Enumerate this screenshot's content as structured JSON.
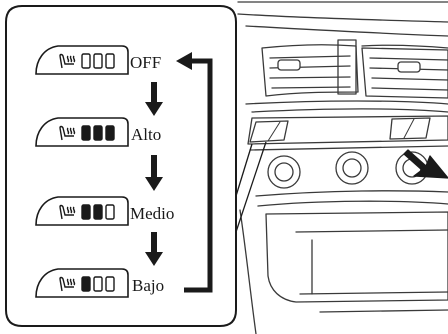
{
  "states": [
    {
      "label": "OFF",
      "indicators_lit": 0
    },
    {
      "label": "Alto",
      "indicators_lit": 3
    },
    {
      "label": "Medio",
      "indicators_lit": 2
    },
    {
      "label": "Bajo",
      "indicators_lit": 1
    }
  ],
  "colors": {
    "line": "#1a1a1a",
    "panel_line": "#3a3a3a",
    "background": "#ffffff"
  },
  "icons": {
    "seat_heater": "heated-seat-icon",
    "cycle_arrow": "arrow-icon"
  }
}
